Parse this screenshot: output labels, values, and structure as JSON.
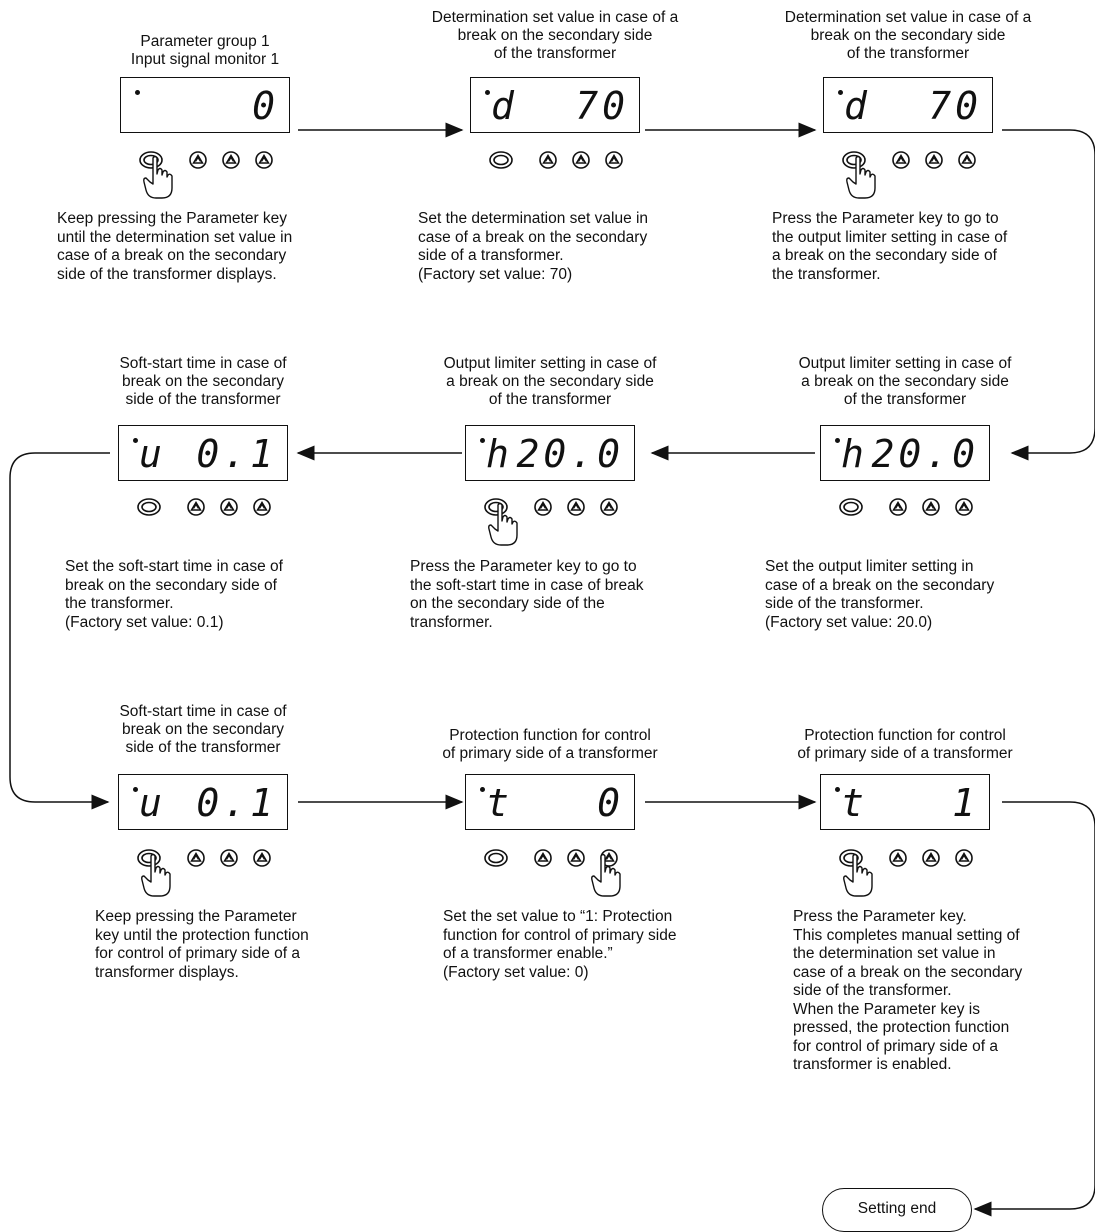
{
  "steps": [
    {
      "title": "Parameter group 1\nInput signal monitor 1",
      "display": {
        "left": "",
        "right": "0"
      },
      "pressing": "param",
      "desc": "Keep pressing the Parameter key\nuntil the determination set value in\ncase of a break on the secondary\nside of the transformer displays."
    },
    {
      "title": "Determination set value in case of a\nbreak on the secondary side\nof the transformer",
      "display": {
        "left": "d",
        "right": "70"
      },
      "pressing": "",
      "desc": "Set the determination set value in\ncase of a break on the secondary\nside of a transformer.\n(Factory set value: 70)"
    },
    {
      "title": "Determination set value in case of a\nbreak on the secondary side\nof the transformer",
      "display": {
        "left": "d",
        "right": "70"
      },
      "pressing": "param",
      "desc": "Press the Parameter key to go to\nthe output limiter setting in case of\na break on the secondary side of\nthe transformer."
    },
    {
      "title": "Soft-start time in case of\nbreak on the secondary\nside of the transformer",
      "display": {
        "left": "u",
        "right": "0.1"
      },
      "pressing": "",
      "desc": "Set the soft-start time in case of\nbreak on the secondary side of\nthe transformer.\n(Factory set value: 0.1)"
    },
    {
      "title": "Output limiter setting in case of\na break on the secondary side\nof the transformer",
      "display": {
        "left": "h",
        "right": "20.0"
      },
      "pressing": "param",
      "desc": "Press the Parameter key to go to\nthe soft-start time in case of break\non the secondary side of the\ntransformer."
    },
    {
      "title": "Output limiter setting in case of\na break on the secondary side\nof the transformer",
      "display": {
        "left": "h",
        "right": "20.0"
      },
      "pressing": "",
      "desc": "Set the output limiter setting in\ncase of a break on the secondary\nside of the transformer.\n(Factory set value: 20.0)"
    },
    {
      "title": "Soft-start time in case of\nbreak on the secondary\nside of the transformer",
      "display": {
        "left": "u",
        "right": "0.1"
      },
      "pressing": "param",
      "desc": "Keep pressing the Parameter\nkey until the protection function\nfor control of primary side of a\ntransformer displays."
    },
    {
      "title": "Protection function for control\nof primary side of a transformer",
      "display": {
        "left": "t",
        "right": "0"
      },
      "pressing": "up3",
      "desc": "Set the set value to “1: Protection\nfunction for control of primary side\nof a transformer enable.”\n(Factory set value: 0)"
    },
    {
      "title": "Protection function for control\nof primary side of a transformer",
      "display": {
        "left": "t",
        "right": "1"
      },
      "pressing": "param",
      "desc": "Press the Parameter key.\nThis completes manual setting of\nthe determination set value in\ncase of a break on the secondary\nside of the transformer.\nWhen the Parameter key is\npressed, the protection function\nfor control of primary side of a\ntransformer is enabled."
    }
  ],
  "end_label": "Setting end"
}
